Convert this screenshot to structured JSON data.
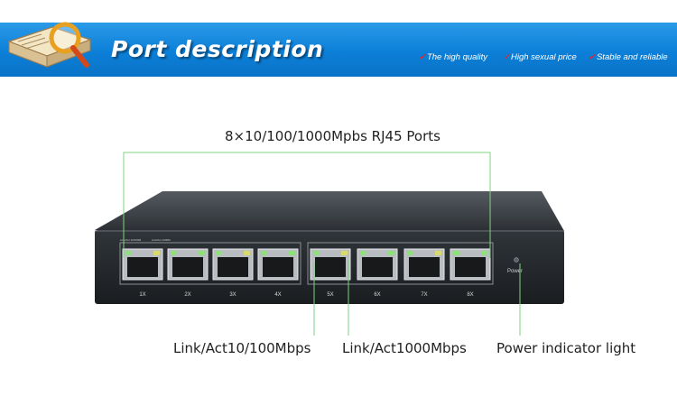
{
  "banner": {
    "title": "Port description",
    "tags": [
      {
        "check": "✓",
        "text": "The high quality"
      },
      {
        "check": "✓",
        "text": "High sexual price"
      },
      {
        "check": "✓",
        "text": "Stable and reliable"
      }
    ]
  },
  "annotations": {
    "ports": "8×10/100/1000Mpbs RJ45 Ports",
    "link_100": "Link/Act10/100Mbps",
    "link_1000": "Link/Act1000Mbps",
    "power": "Power indicator light"
  },
  "device": {
    "power_label": "Power",
    "led_labels": [
      "Link/Act 10/100M",
      "Link/Act 1000M"
    ],
    "ports": [
      "1X",
      "2X",
      "3X",
      "4X",
      "5X",
      "6X",
      "7X",
      "8X"
    ]
  },
  "colors": {
    "banner": "#0c7fd8",
    "leader_line": "#7fd47f",
    "led_green": "#8ee07a",
    "led_yellow": "#d8d870"
  }
}
